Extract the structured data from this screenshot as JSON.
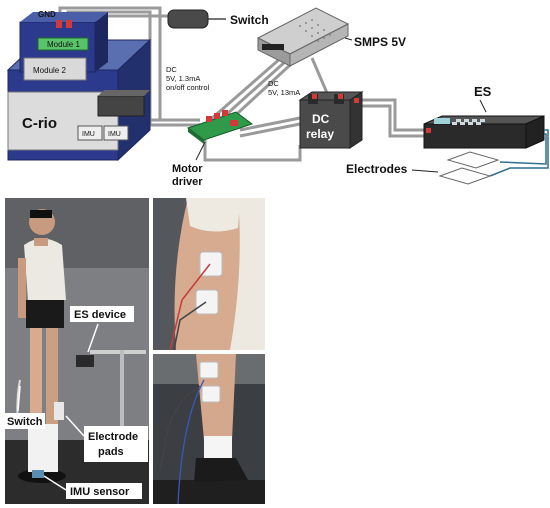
{
  "diagram": {
    "gnd_label": "GND",
    "switch_label": "Switch",
    "smps_label": "SMPS 5V",
    "module1_label": "Module 1",
    "module2_label": "Module 2",
    "crio_label": "C-rio",
    "imu_label_1": "IMU",
    "imu_label_2": "IMU",
    "dc_control_line1": "DC",
    "dc_control_line2": "5V, 1.3mA",
    "dc_control_line3": "on/off control",
    "dc_relay_spec_line1": "DC",
    "dc_relay_spec_line2": "5V, 13mA",
    "relay_label_line1": "DC",
    "relay_label_line2": "relay",
    "motor_driver_line1": "Motor",
    "motor_driver_line2": "driver",
    "es_label": "ES",
    "electrodes_label": "Electrodes"
  },
  "photos": {
    "es_device_label": "ES device",
    "switch_label": "Switch",
    "electrode_pads_line1": "Electrode",
    "electrode_pads_line2": "pads",
    "imu_sensor_label": "IMU sensor"
  },
  "colors": {
    "crio_blue": "#2b3a8c",
    "module_green": "#59c36a",
    "board_green": "#2e9a4a",
    "wire_gray": "#9a9a9a",
    "device_dark": "#2a2a2a",
    "electrode_wire_blue": "#2f6f8f"
  }
}
